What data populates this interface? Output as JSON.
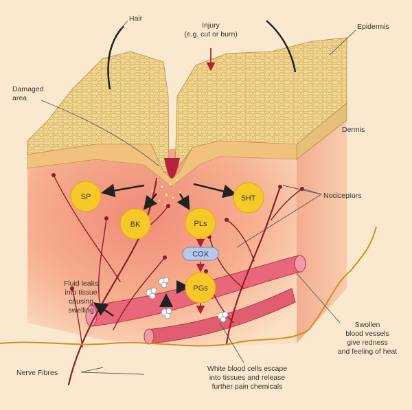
{
  "labels": {
    "hair": "Hair",
    "injury_1": "Injury",
    "injury_2": "(e.g. cut or burn)",
    "epidermis": "Epidermis",
    "damaged_1": "Damaged",
    "damaged_2": "area",
    "dermis": "Dermis",
    "nociceptors": "Nociceptors",
    "fluid_1": "Fluid leaks",
    "fluid_2": "into tissue",
    "fluid_3": "causing",
    "fluid_4": "swelling",
    "swollen_1": "Swollen",
    "swollen_2": "blood vessels",
    "swollen_3": "give redness",
    "swollen_4": "and feeling of heat",
    "white_1": "White blood cells escape",
    "white_2": "into tissues and release",
    "white_3": "further pain chemicals",
    "nerve_fibres": "Nerve Fibres"
  },
  "nodes": {
    "sp": "SP",
    "bk": "BK",
    "pls": "PLs",
    "sht": "5HT",
    "cox": "COX",
    "pgs": "PGs"
  },
  "colors": {
    "background": "#fbe9cf",
    "epidermis": "#f2d68f",
    "dermis": "#f4a888",
    "node_fill": "#f7c82a",
    "cox_fill": "#b8c8e6",
    "nerve": "#8f1b25",
    "vessel": "#d94a5a",
    "arrow": "#222222"
  }
}
